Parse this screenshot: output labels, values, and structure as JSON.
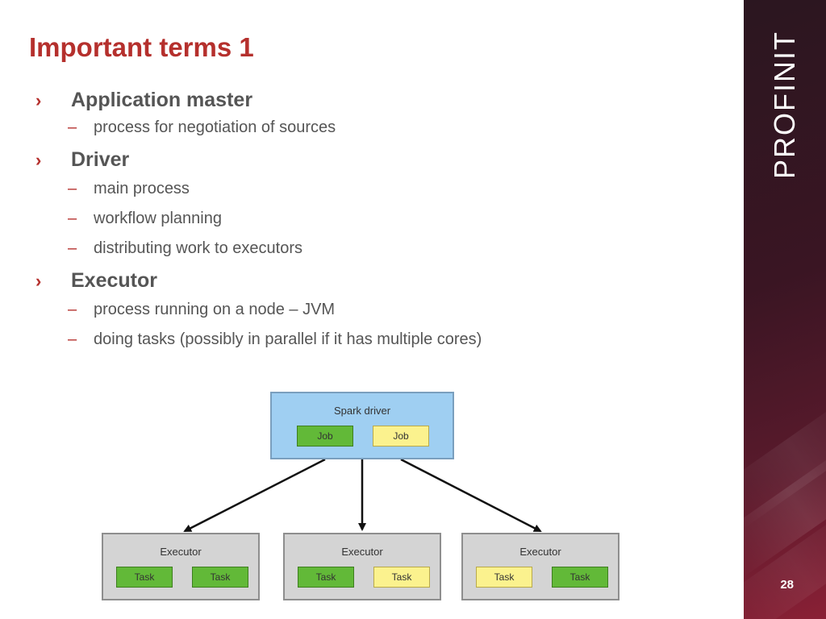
{
  "title": "Important terms 1",
  "brand": "PROFINIT",
  "page_number": "28",
  "bullets": [
    {
      "label": "Application master",
      "subs": [
        "process for negotiation of sources"
      ]
    },
    {
      "label": "Driver",
      "subs": [
        "main process",
        "workflow planning",
        "distributing work to executors"
      ]
    },
    {
      "label": "Executor",
      "subs": [
        "process running on a node – JVM",
        "doing tasks (possibly in parallel if it has multiple cores)"
      ]
    }
  ],
  "bullet_mark": "›",
  "sub_mark": "–",
  "diagram": {
    "driver": {
      "label": "Spark driver",
      "chips": [
        {
          "label": "Job",
          "color": "green"
        },
        {
          "label": "Job",
          "color": "yellow"
        }
      ]
    },
    "executors": [
      {
        "label": "Executor",
        "chips": [
          {
            "label": "Task",
            "color": "green"
          },
          {
            "label": "Task",
            "color": "green"
          }
        ]
      },
      {
        "label": "Executor",
        "chips": [
          {
            "label": "Task",
            "color": "green"
          },
          {
            "label": "Task",
            "color": "yellow"
          }
        ]
      },
      {
        "label": "Executor",
        "chips": [
          {
            "label": "Task",
            "color": "yellow"
          },
          {
            "label": "Task",
            "color": "green"
          }
        ]
      }
    ]
  },
  "colors": {
    "accent": "#b5302d",
    "text": "#555555",
    "driver_fill": "#9fcff2",
    "executor_fill": "#d4d4d4",
    "chip_green": "#62b938",
    "chip_yellow": "#fbf28e"
  }
}
